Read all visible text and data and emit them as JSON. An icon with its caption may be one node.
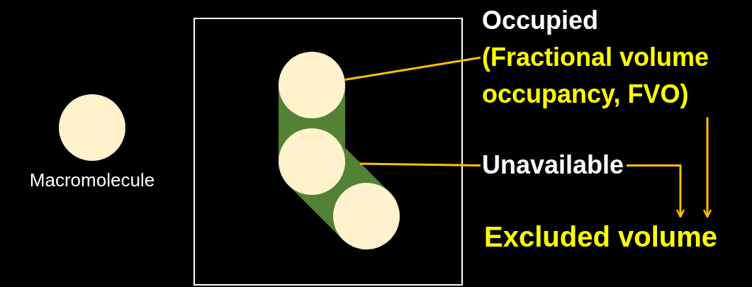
{
  "diagram": {
    "nodes": [
      {
        "text": [],
        "shape": "circle",
        "beside": [
          "Macromolecule"
        ]
      },
      {
        "text": [],
        "shape": "box"
      },
      {
        "text": [],
        "shape": "circle",
        "in": 1
      },
      {
        "text": [],
        "shape": "band",
        "in": 1
      },
      {
        "text": [],
        "shape": "circle",
        "in": 3
      },
      {
        "text": [],
        "shape": "circle",
        "in": 1
      },
      {
        "text": [
          "Occupied",
          "(Fractional volume occupancy, FVO)"
        ]
      },
      {
        "text": [
          "Unavailable"
        ]
      },
      {
        "text": [
          "Excluded volume"
        ]
      }
    ],
    "edges": [
      {
        "from": 6,
        "to": 2,
        "arrow": "none"
      },
      {
        "from": 7,
        "to": 3,
        "arrow": "none"
      },
      {
        "from": 7,
        "to": 8,
        "arrow": "to"
      },
      {
        "from": 6,
        "to": 8,
        "arrow": "to"
      }
    ]
  }
}
